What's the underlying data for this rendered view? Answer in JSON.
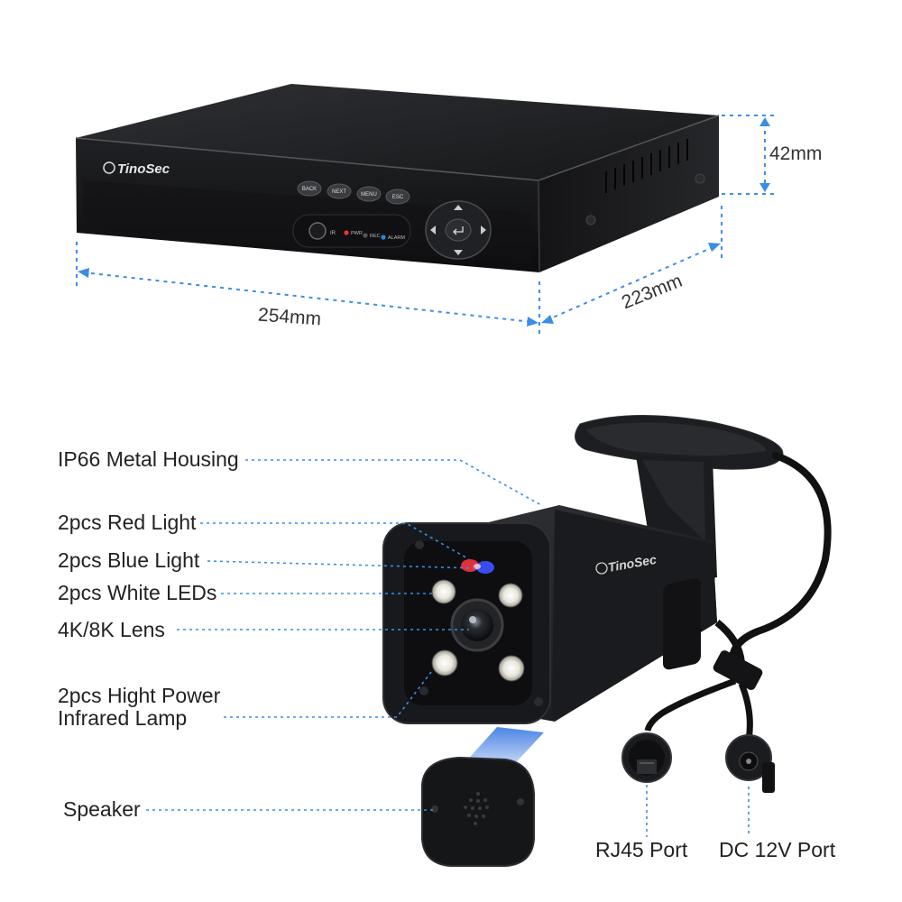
{
  "dvr": {
    "brand": "TinoSec",
    "buttons": [
      "BACK",
      "NEXT",
      "MENU",
      "ESC"
    ],
    "ir_label": "IR",
    "indicators": [
      {
        "label": "PWR",
        "color": "#e53935"
      },
      {
        "label": "REC",
        "color": "#555555"
      },
      {
        "label": "ALARM",
        "color": "#1e88e5"
      }
    ],
    "dimensions": {
      "width": "254mm",
      "depth": "223mm",
      "height": "42mm"
    }
  },
  "camera": {
    "brand": "TinoSec",
    "callouts": [
      "IP66 Metal Housing",
      "2pcs Red Light",
      "2pcs Blue Light",
      "2pcs White LEDs",
      "4K/8K Lens",
      "2pcs Hight Power",
      "Infrared Lamp",
      "Speaker"
    ],
    "ports": [
      "RJ45 Port",
      "DC 12V Port"
    ]
  },
  "colors": {
    "leader": "#3a8ee6",
    "device": "#1c1c1e"
  }
}
